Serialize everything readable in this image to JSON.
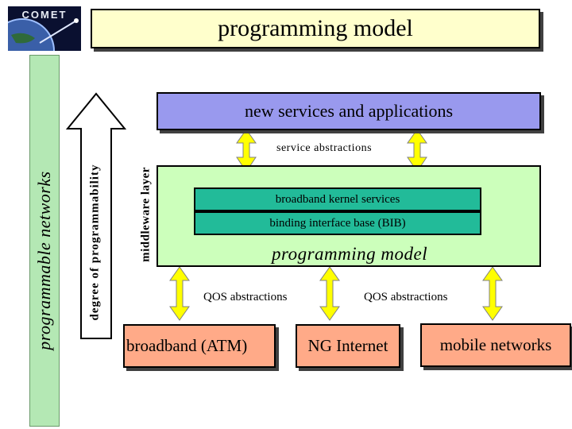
{
  "logo": {
    "text": "COMET"
  },
  "title": "programming model",
  "side_labels": {
    "programmable_networks": "programmable networks",
    "degree_of_programmability": "degree of programmability",
    "middleware_layer": "middleware layer"
  },
  "layers": {
    "new_services": "new services and applications",
    "service_abstractions": "service abstractions",
    "broadband_kernel": "broadband kernel services",
    "bib": "binding interface base (BIB)",
    "programming_model": "programming model"
  },
  "qos": [
    "QOS abstractions",
    "QOS abstractions"
  ],
  "networks": [
    "broadband (ATM)",
    "NG Internet",
    "mobile networks"
  ],
  "colors": {
    "title_bg": "#ffffcc",
    "green_bar": "#b4e8b4",
    "services_bg": "#9999ee",
    "middleware_bg": "#ccffbb",
    "kernel_bg": "#22bb99",
    "network_bg": "#ffaa88",
    "arrow": "#ffff00"
  }
}
